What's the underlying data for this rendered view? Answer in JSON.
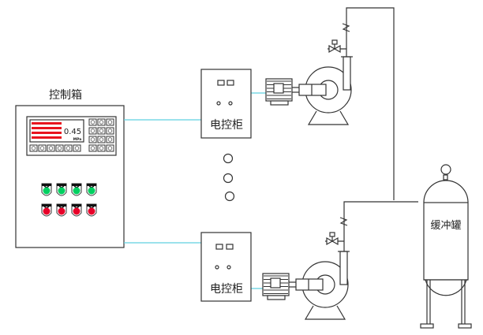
{
  "control_box": {
    "title": "控制箱",
    "display_value": "0.45",
    "display_unit": "MPa",
    "indicator_colors": {
      "green": "#00d060",
      "red": "#e8002a"
    },
    "green_lights": 4,
    "red_lights": 4
  },
  "cabinets": [
    {
      "label": "电控柜"
    },
    {
      "label": "电控柜"
    }
  ],
  "tank": {
    "label": "缓冲罐"
  },
  "colors": {
    "signal_line": "#5fd0e0",
    "bar_red": "#e8141e"
  }
}
